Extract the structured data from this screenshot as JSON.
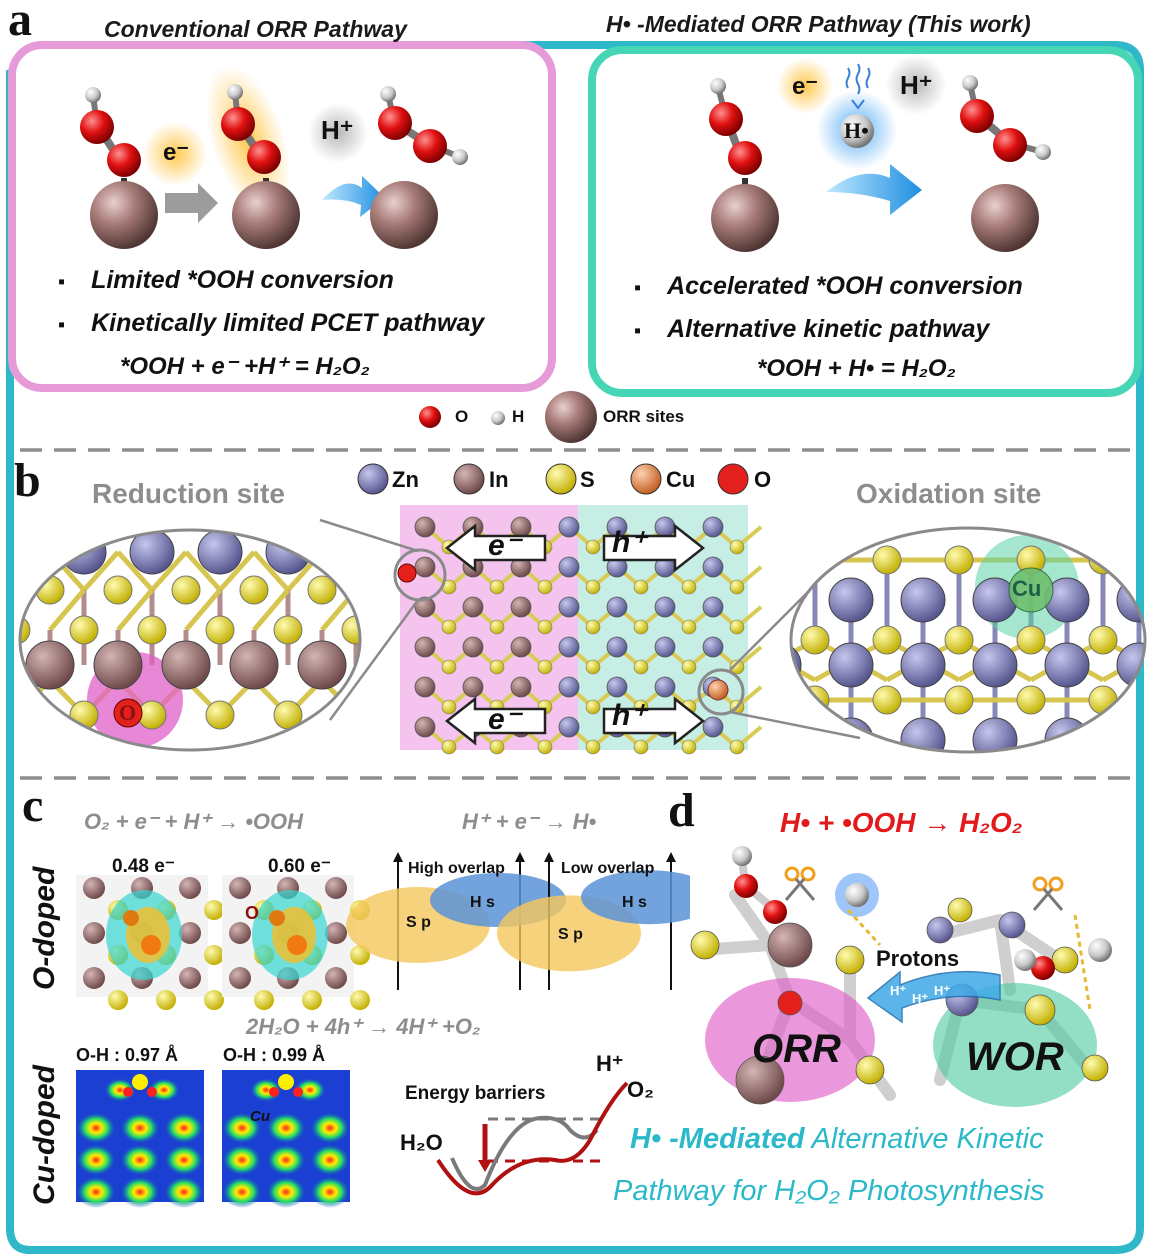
{
  "panels": {
    "a": {
      "letter": "a",
      "left_title": "Conventional ORR Pathway",
      "right_title": "H• -Mediated ORR Pathway (This work)",
      "left_bullets": [
        "Limited *OOH conversion",
        "Kinetically limited PCET pathway"
      ],
      "left_equation": "*OOH + e⁻ +H⁺ = H₂O₂",
      "right_bullets": [
        "Accelerated *OOH conversion",
        "Alternative kinetic pathway"
      ],
      "right_equation": "*OOH + H• = H₂O₂",
      "electron_label": "e⁻",
      "proton_label": "H⁺",
      "hradical_label": "H•",
      "legend": {
        "o": "O",
        "h": "H",
        "sites": "ORR sites"
      }
    },
    "b": {
      "letter": "b",
      "reduction_title": "Reduction site",
      "oxidation_title": "Oxidation site",
      "legend": [
        {
          "label": "Zn",
          "color": "#7f7fb8"
        },
        {
          "label": "In",
          "color": "#a07070"
        },
        {
          "label": "S",
          "color": "#f0e040"
        },
        {
          "label": "Cu",
          "color": "#f08a55"
        },
        {
          "label": "O",
          "color": "#e3201c"
        }
      ],
      "electron_arrow": "e⁻",
      "hole_arrow": "h⁺",
      "o_label": "O",
      "cu_label": "Cu"
    },
    "c": {
      "letter": "c",
      "row1_label": "O-doped",
      "row2_label": "Cu-doped",
      "eq1": "O₂ + e⁻ + H⁺ → •OOH",
      "eq2": "H⁺ + e⁻ → H•",
      "eq3": "2H₂O + 4h⁺ → 4H⁺ +O₂",
      "charge1": "0.48 e⁻",
      "charge2": "0.60 e⁻",
      "o_atom": "O",
      "high_overlap": "High overlap",
      "low_overlap": "Low overlap",
      "hs": "H s",
      "sp": "S p",
      "oh1": "O-H : 0.97 Å",
      "oh2": "O-H : 0.99 Å",
      "cu_tag": "Cu",
      "energy_barriers": "Energy barriers",
      "h2o": "H₂O",
      "hplus": "H⁺",
      "o2": "O₂"
    },
    "d": {
      "letter": "d",
      "reaction": "H• + •OOH → H₂O₂",
      "protons": "Protons",
      "orr": "ORR",
      "wor": "WOR",
      "caption_bold": "H• -Mediated",
      "caption_rest": " Alternative Kinetic",
      "caption_line2": "Pathway for H₂O₂ Photosynthesis"
    }
  },
  "colors": {
    "frame": "#2eb8c8",
    "pink_box": "#e79ad8",
    "green_box": "#46d6b6",
    "red_text": "#e31a1c",
    "cyan_text": "#2bb9c9"
  }
}
